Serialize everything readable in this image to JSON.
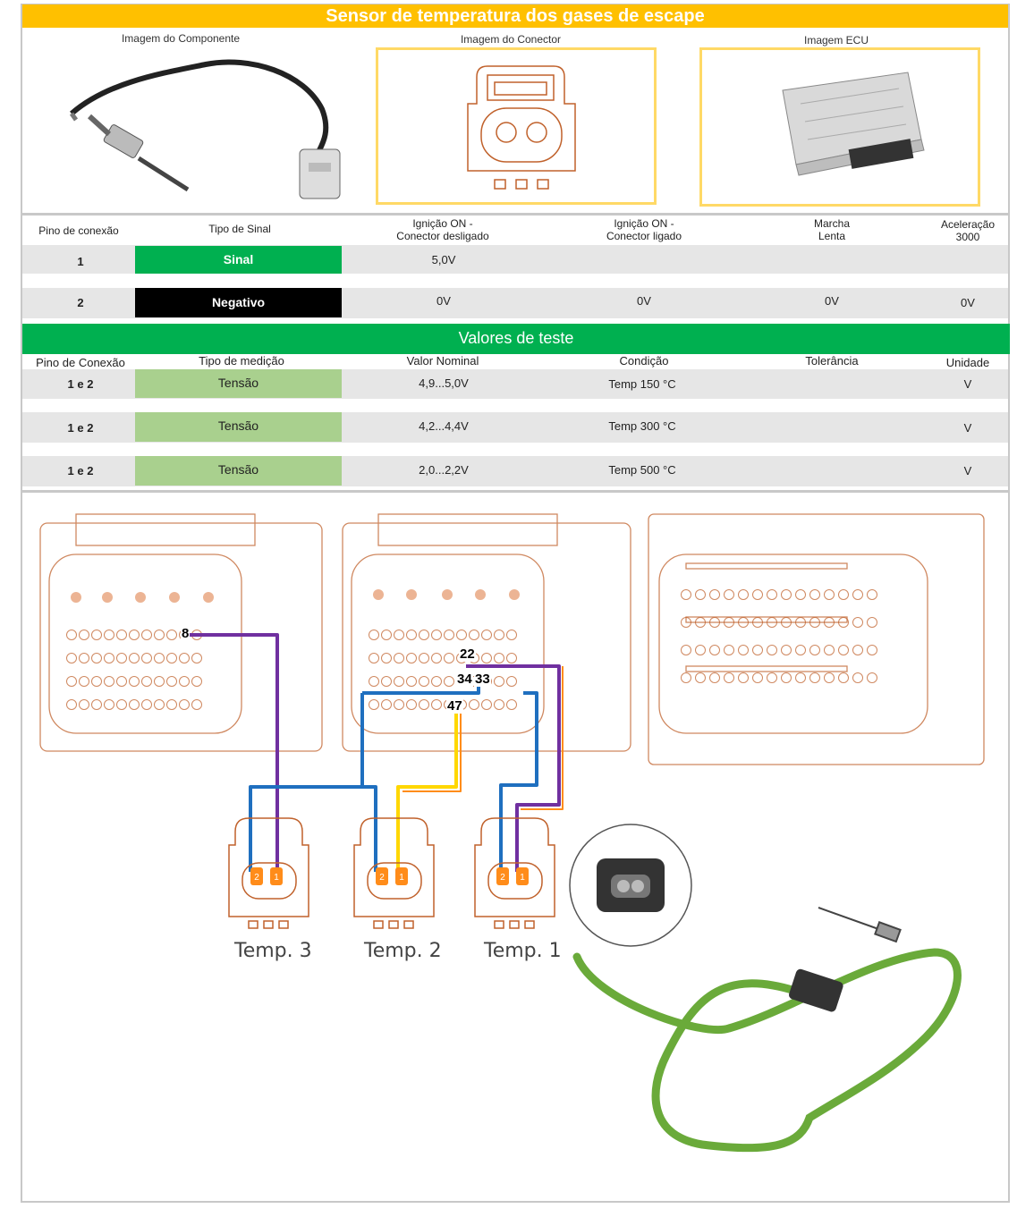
{
  "title": "Sensor de temperatura dos gases de escape",
  "images": {
    "component_label": "Imagem do Componente",
    "connector_label": "Imagem do Conector",
    "ecu_label": "Imagem ECU"
  },
  "signal_table": {
    "headers": [
      "Pino de conexão",
      "Tipo de Sinal",
      "Ignição ON - Conector desligado",
      "Ignição ON - Conector ligado",
      "Marcha Lenta",
      "Aceleração 3000"
    ],
    "header_lines": {
      "ign_off_1": "Ignição ON -",
      "ign_off_2": "Conector desligado",
      "ign_on_1": "Ignição ON -",
      "ign_on_2": "Conector ligado",
      "idle_1": "Marcha",
      "idle_2": "Lenta",
      "accel_1": "Aceleração",
      "accel_2": "3000"
    },
    "rows": [
      {
        "pin": "1",
        "signal": "Sinal",
        "signal_color": "#00b050",
        "ign_off": "5,0V",
        "ign_on": "",
        "idle": "",
        "accel": ""
      },
      {
        "pin": "2",
        "signal": "Negativo",
        "signal_color": "#000000",
        "ign_off": "0V",
        "ign_on": "0V",
        "idle": "0V",
        "accel": "0V"
      }
    ]
  },
  "test_values": {
    "title": "Valores de teste",
    "headers": [
      "Pino de Conexão",
      "Tipo de medição",
      "Valor Nominal",
      "Condição",
      "Tolerância",
      "Unidade"
    ],
    "rows": [
      {
        "pin": "1 e 2",
        "type": "Tensão",
        "nominal": "4,9...5,0V",
        "condition": "Temp 150 °C",
        "tolerance": "",
        "unit": "V"
      },
      {
        "pin": "1 e 2",
        "type": "Tensão",
        "nominal": "4,2...4,4V",
        "condition": "Temp 300 °C",
        "tolerance": "",
        "unit": "V"
      },
      {
        "pin": "1 e 2",
        "type": "Tensão",
        "nominal": "2,0...2,2V",
        "condition": "Temp 500 °C",
        "tolerance": "",
        "unit": "V"
      }
    ]
  },
  "diagram": {
    "pin_labels": [
      "8",
      "22",
      "34",
      "33",
      "47"
    ],
    "sensor_captions": [
      "Temp. 3",
      "Temp. 2",
      "Temp. 1"
    ],
    "connector_pin_labels": [
      "2",
      "1"
    ],
    "colors": {
      "blue": "#1f6fbf",
      "purple": "#7030a0",
      "yellow": "#ffd700",
      "orange": "#ff8c1a",
      "outline": "#c0612b",
      "cable": "#6aaa3a"
    }
  }
}
